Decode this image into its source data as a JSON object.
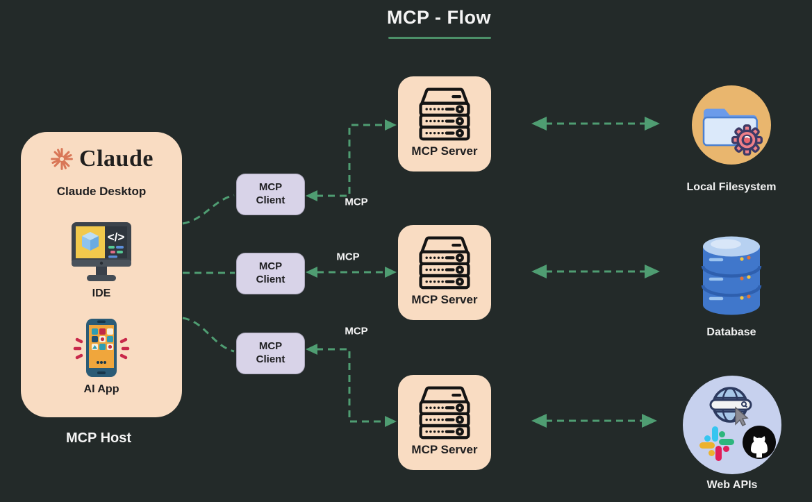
{
  "title": {
    "text": "MCP - Flow"
  },
  "host": {
    "label": "MCP Host",
    "claude": {
      "wordmark": "Claude",
      "caption": "Claude Desktop"
    },
    "ide": {
      "caption": "IDE",
      "code_glyph": "</>"
    },
    "ai_app": {
      "caption": "AI App"
    }
  },
  "clients": [
    {
      "label": "MCP Client"
    },
    {
      "label": "MCP Client"
    },
    {
      "label": "MCP Client"
    }
  ],
  "servers": [
    {
      "label": "MCP Server"
    },
    {
      "label": "MCP Server"
    },
    {
      "label": "MCP Server"
    }
  ],
  "protocol_labels": [
    "MCP",
    "MCP",
    "MCP"
  ],
  "endpoints": [
    {
      "label": "Local Filesystem"
    },
    {
      "label": "Database"
    },
    {
      "label": "Web APIs"
    }
  ],
  "colors": {
    "background": "#232a29",
    "panel_peach": "#f9dcc2",
    "client_lavender": "#d8d3e8",
    "arrow_green": "#4f9d72",
    "underline_green": "#4c9068",
    "accent_terracotta": "#d97757"
  }
}
